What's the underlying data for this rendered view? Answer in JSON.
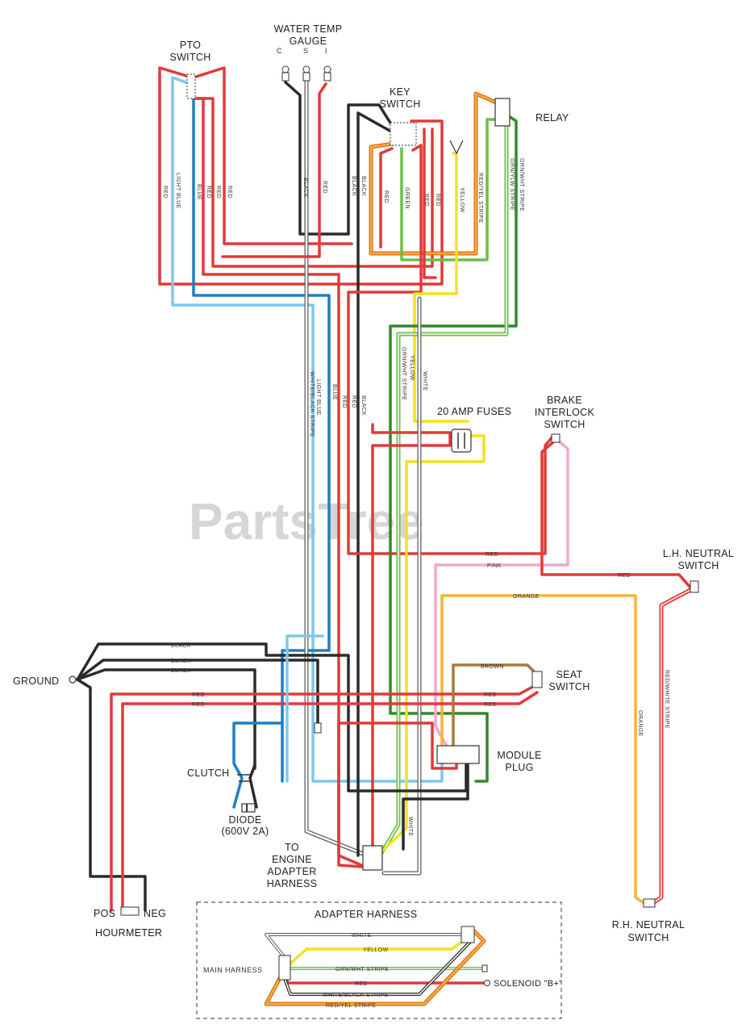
{
  "watermark": "PartsTree",
  "components": {
    "pto_switch": [
      "PTO",
      "SWITCH"
    ],
    "water_temp_gauge": [
      "WATER TEMP",
      "GAUGE"
    ],
    "key_switch": [
      "KEY",
      "SWITCH"
    ],
    "relay": "RELAY",
    "fuses": "20 AMP FUSES",
    "brake_interlock": [
      "BRAKE",
      "INTERLOCK",
      "SWITCH"
    ],
    "lh_neutral": [
      "L.H. NEUTRAL",
      "SWITCH"
    ],
    "ground": "GROUND",
    "seat_switch": [
      "SEAT",
      "SWITCH"
    ],
    "module_plug": [
      "MODULE",
      "PLUG"
    ],
    "clutch": "CLUTCH",
    "diode": [
      "DIODE",
      "(600V 2A)"
    ],
    "to_engine": [
      "TO",
      "ENGINE",
      "ADAPTER",
      "HARNESS"
    ],
    "hourmeter_pos": "POS",
    "hourmeter_neg": "NEG",
    "hourmeter": "HOURMETER",
    "rh_neutral": [
      "R.H. NEUTRAL",
      "SWITCH"
    ]
  },
  "wire_labels": {
    "red": "RED",
    "black": "BLACK",
    "blue": "BLUE",
    "light_blue": "LIGHT BLUE",
    "green": "GREEN",
    "yellow": "YELLOW",
    "white": "WHITE",
    "pink": "PINK",
    "orange": "ORANGE",
    "brown": "BROWN",
    "red_yel_stripe": "RED/YEL STRIPE",
    "red_white_stripe": "RED/WHITE STRIPE",
    "grn_wht_stripe": "GRN/WHT STRIPE",
    "grn_ylw_stripe": "GRN/YLW STRIPE",
    "wht_blk_stripe": "WHITE/BLACK STRIPE"
  },
  "adapter_harness": {
    "title": "ADAPTER HARNESS",
    "main_harness": "MAIN HARNESS",
    "solenoid": "SOLENOID \"B+\"",
    "white": "WHITE",
    "yellow": "YELLOW",
    "grn_wht": "GRN/WHT STRIPE",
    "red": "RED",
    "white_black": "WHITE/BLACK STRIPE",
    "red_yel": "RED/YEL STRIPE"
  },
  "colors": {
    "red": "#e23a3a",
    "black": "#2b2b2b",
    "blue": "#1d7fc4",
    "light_blue": "#7cc8ec",
    "green": "#6cbf45",
    "dark_green": "#2f8a2a",
    "yellow": "#f2e31c",
    "orange": "#f3b43c",
    "dark_orange": "#e2731c",
    "pink": "#f2a8cc",
    "brown": "#a87a3c",
    "white": "#ffffff",
    "outline": "#5a5a5a"
  }
}
